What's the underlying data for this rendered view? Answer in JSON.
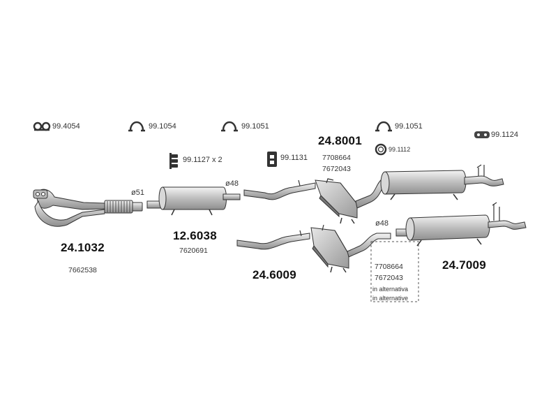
{
  "hardware": {
    "clamp_4054": "99.4054",
    "clamp_1054": "99.1054",
    "clamp_1051_a": "99.1051",
    "clamp_1051_b": "99.1051",
    "hanger_1124": "99.1124",
    "bolt_1127": "99.1127 x 2",
    "mount_1131": "99.1131",
    "ring_1112": "99.1112"
  },
  "parts": {
    "front_pipe": {
      "number": "24.1032",
      "oe": "7662538",
      "diameter": "ø51"
    },
    "front_silencer": {
      "number": "12.6038",
      "oe": "7620691",
      "diameter": "ø48"
    },
    "middle_upper": {
      "number": "24.8001",
      "oe_1": "7708664",
      "oe_2": "7672043"
    },
    "middle_lower": {
      "number": "24.6009"
    },
    "rear_silencer": {
      "number": "24.7009",
      "diameter": "ø48"
    }
  },
  "alternative_note": {
    "oe_1": "7708664",
    "oe_2": "7672043",
    "line_it": "in alternativa",
    "line_en": "in alternative"
  },
  "colors": {
    "part_fill": "#cfcfcf",
    "part_dark": "#8a8a8a",
    "outline": "#333333"
  }
}
